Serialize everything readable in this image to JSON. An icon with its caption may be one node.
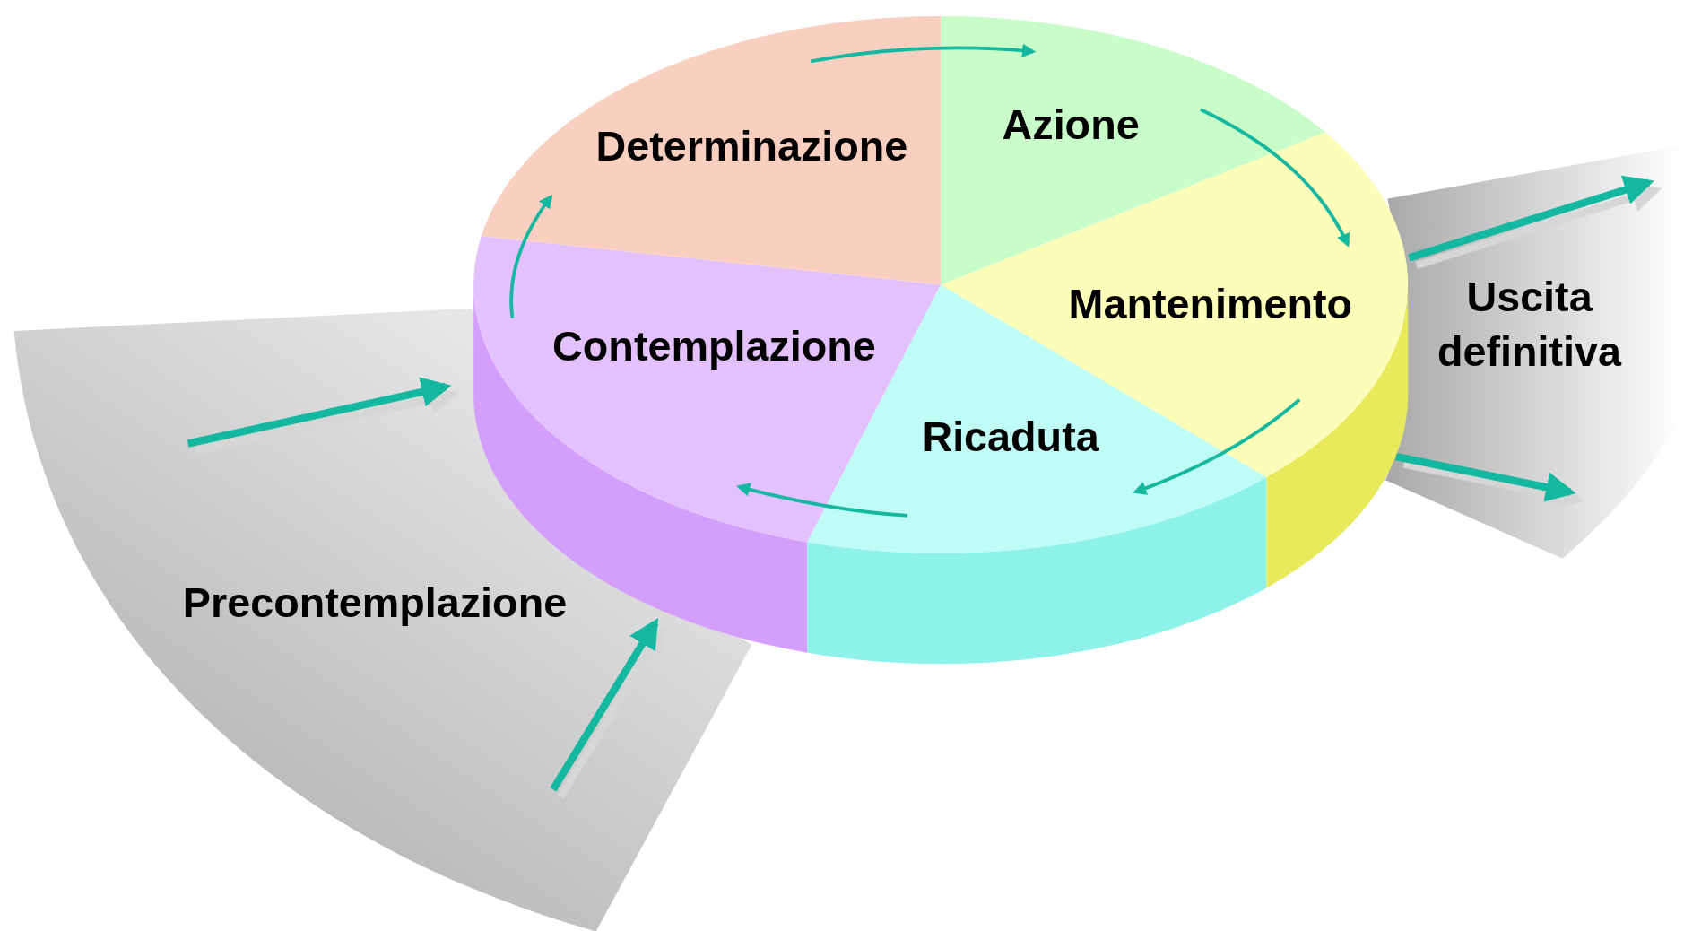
{
  "diagram": {
    "nodes": [
      {
        "text": [
          "Determinazione"
        ]
      },
      {
        "text": [
          "Azione"
        ]
      },
      {
        "text": [
          "Mantenimento"
        ]
      },
      {
        "text": [
          "Ricaduta"
        ]
      },
      {
        "text": [
          "Contemplazione"
        ]
      },
      {
        "text": [
          "Precontemplazione"
        ]
      },
      {
        "text": [
          "Uscita definitiva"
        ]
      }
    ],
    "edges": [
      {
        "from": 0,
        "to": 1,
        "arrow": "to"
      },
      {
        "from": 1,
        "to": 2,
        "arrow": "to"
      },
      {
        "from": 2,
        "to": 3,
        "arrow": "to"
      },
      {
        "from": 3,
        "to": 4,
        "arrow": "to"
      },
      {
        "from": 4,
        "to": 0,
        "arrow": "to"
      },
      {
        "from": 5,
        "to": 4,
        "arrow": "to",
        "style": "thick"
      },
      {
        "from": 5,
        "to": 4,
        "arrow": "to",
        "style": "thick"
      },
      {
        "from": 2,
        "to": 6,
        "arrow": "to",
        "style": "thick"
      },
      {
        "from": 2,
        "to": 6,
        "arrow": "to",
        "style": "thick"
      }
    ]
  }
}
